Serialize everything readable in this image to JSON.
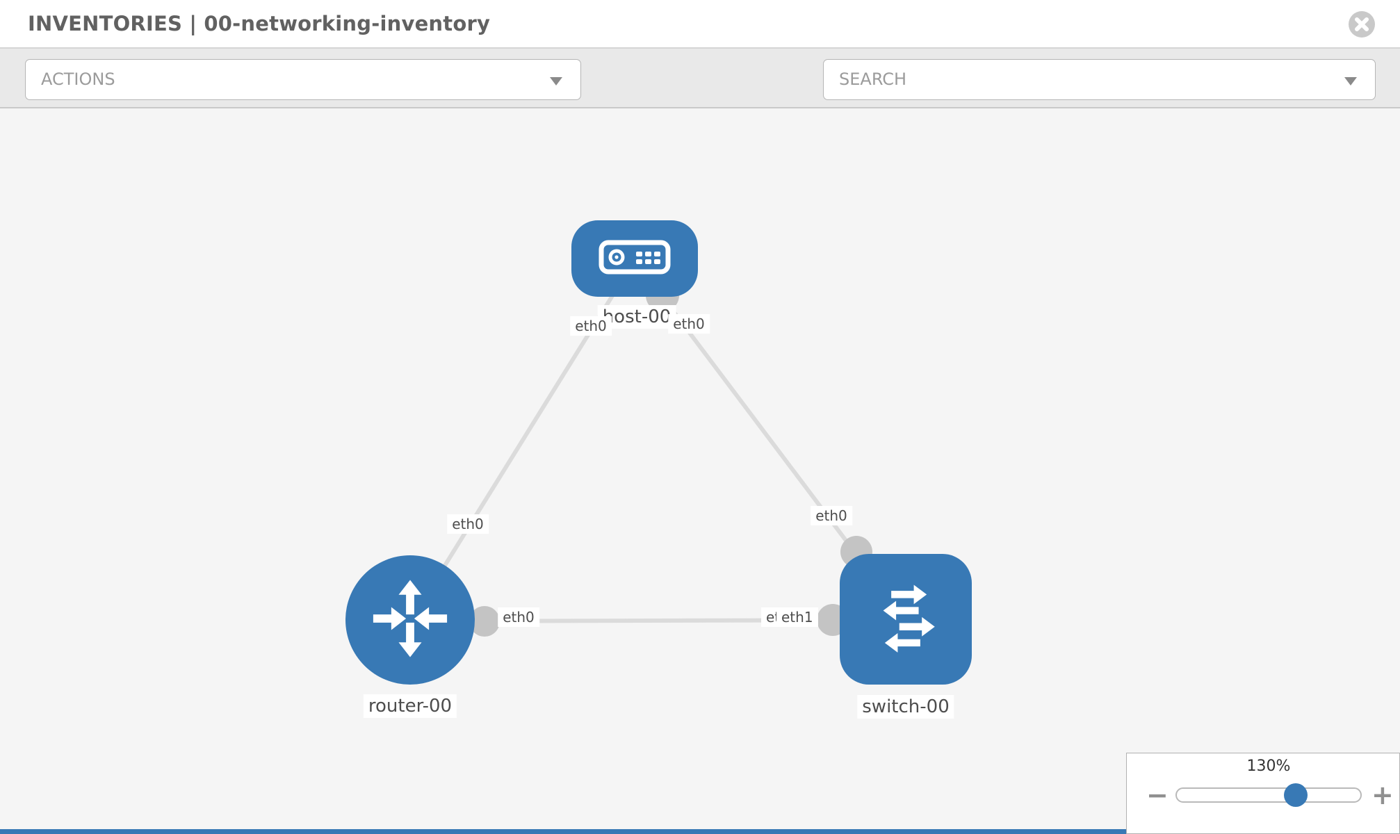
{
  "header": {
    "title": "INVENTORIES | 00-networking-inventory"
  },
  "toolbar": {
    "actions_dropdown": {
      "placeholder": "ACTIONS"
    },
    "search_dropdown": {
      "placeholder": "SEARCH"
    },
    "icons": [
      "wrench-icon",
      "key-icon"
    ]
  },
  "topology": {
    "nodes": [
      {
        "label": "host-00",
        "type": "host",
        "icon": "host-icon"
      },
      {
        "label": "router-00",
        "type": "router",
        "icon": "router-icon"
      },
      {
        "label": "switch-00",
        "type": "switch",
        "icon": "switch-icon"
      }
    ],
    "links": [
      {
        "from": "host-00",
        "to": "router-00"
      },
      {
        "from": "host-00",
        "to": "switch-00"
      },
      {
        "from": "router-00",
        "to": "switch-00"
      }
    ],
    "interface_labels": {
      "host_left": "eth0",
      "host_right": "eth0",
      "link_host_router": "eth0",
      "link_host_switch": "eth0",
      "router_port": "eth0",
      "switch_port_back": "eth0",
      "switch_port_front": "eth1"
    }
  },
  "zoom_control": {
    "value": "130%",
    "minus_label": "−",
    "plus_label": "+"
  },
  "colors": {
    "node_blue": "#3879b5",
    "link_gray": "#dbdbdb",
    "port_gray": "#c4c4c4",
    "toolbar_gray": "#e9e9e9",
    "canvas_gray": "#f5f5f5"
  }
}
